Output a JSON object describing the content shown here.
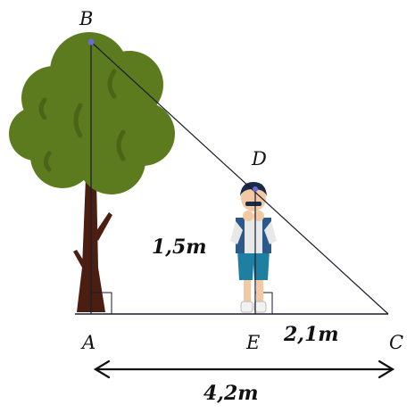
{
  "points": {
    "A": "A",
    "B": "B",
    "C": "C",
    "D": "D",
    "E": "E"
  },
  "measurements": {
    "person_height": "1,5m",
    "ec_length": "2,1m",
    "ac_length": "4,2m"
  },
  "colors": {
    "foliage": "#5c7a1e",
    "foliage_shade": "#4a6418",
    "trunk": "#4a1e10",
    "line": "#1a1a2e",
    "shirt": "#e8e8e8",
    "vest": "#2b5a8a",
    "shorts": "#1f7fa0",
    "skin": "#f3c9a3",
    "hair": "#1c2a4a"
  }
}
